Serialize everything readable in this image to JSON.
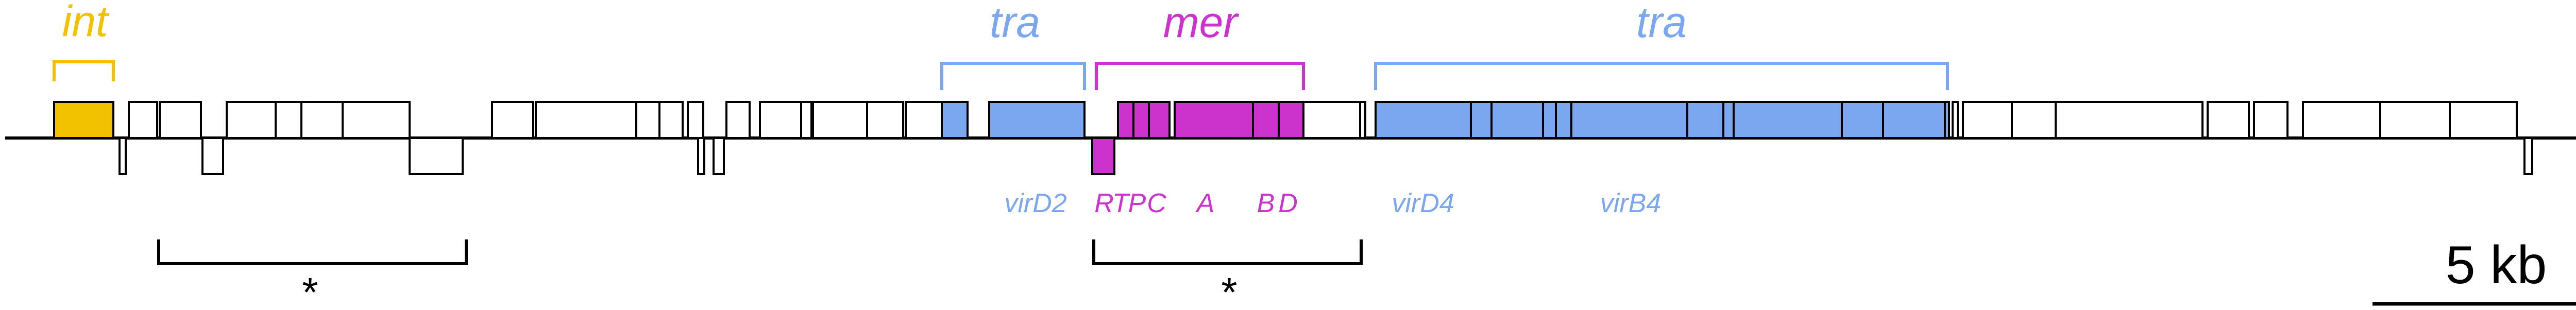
{
  "colors": {
    "int": "#F2C200",
    "tra": "#7BA7F0",
    "mer": "#CC33CC",
    "line": "#000000",
    "plain_fill": "#FFFFFF"
  },
  "regions": {
    "int": "int",
    "tra_left": "tra",
    "mer": "mer",
    "tra_right": "tra"
  },
  "gene_labels": {
    "virD2": "virD2",
    "mer_r": "R",
    "mer_t": "T",
    "mer_p": "P",
    "mer_c": "C",
    "mer_a": "A",
    "mer_b": "B",
    "mer_d": "D",
    "virD4": "virD4",
    "virB4": "virB4"
  },
  "markers": {
    "left_star": "*",
    "right_star": "*"
  },
  "scale_bar": {
    "label": "5 kb"
  }
}
